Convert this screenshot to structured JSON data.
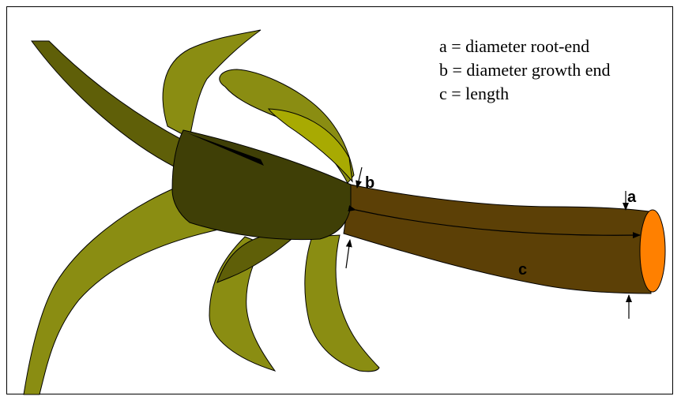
{
  "legend": [
    "a = diameter root-end",
    "b = diameter growth end",
    "c = length"
  ],
  "labels": {
    "a": "a",
    "b": "b",
    "c": "c"
  },
  "colors": {
    "leaf_light": "#9aa012",
    "leaf_mid": "#8a8d12",
    "leaf_dark": "#5f5f08",
    "leek_base": "#3f3f06",
    "stem": "#5c4006",
    "stem_end": "#ff8000",
    "outline": "#000000"
  }
}
